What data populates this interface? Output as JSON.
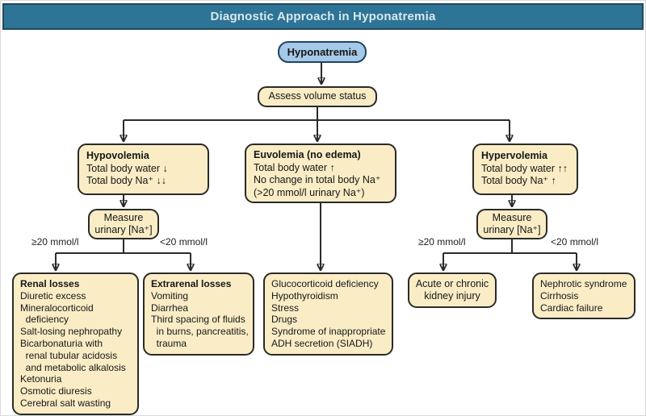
{
  "title": "Diagnostic Approach in Hyponatremia",
  "colors": {
    "header_bg": "#2d7496",
    "header_text": "#d9e9ec",
    "node_fill": "#faedc6",
    "node_border": "#2b2a28",
    "root_node_fill": "#a6c9e8",
    "root_node_border": "#1d4468",
    "connector": "#2b2b2b"
  },
  "nodes": {
    "hyponatremia": {
      "label": "Hyponatremia"
    },
    "assess": {
      "label": "Assess volume status"
    },
    "hypovolemia": {
      "title": "Hypovolemia",
      "lines": [
        "Total body water ↓",
        "Total body Na⁺ ↓↓"
      ]
    },
    "euvolemia": {
      "title": "Euvolemia (no edema)",
      "lines": [
        "Total body water ↑",
        "No change in total body Na⁺",
        "(>20 mmol/l urinary Na⁺)"
      ]
    },
    "hypervolemia": {
      "title": "Hypervolemia",
      "lines": [
        "Total body water ↑↑",
        "Total body Na⁺ ↑"
      ]
    },
    "measure_left": {
      "lines": [
        "Measure",
        "urinary [Na⁺]"
      ]
    },
    "measure_right": {
      "lines": [
        "Measure",
        "urinary [Na⁺]"
      ]
    },
    "renal_losses": {
      "title": "Renal losses",
      "lines": [
        "Diuretic excess",
        "Mineralocorticoid",
        "  deficiency",
        "Salt-losing nephropathy",
        "Bicarbonaturia with",
        "  renal tubular acidosis",
        "  and metabolic alkalosis",
        "Ketonuria",
        "Osmotic diuresis",
        "Cerebral salt wasting"
      ]
    },
    "extrarenal_losses": {
      "title": "Extrarenal losses",
      "lines": [
        "Vomiting",
        "Diarrhea",
        "Third spacing of fluids",
        "  in burns, pancreatitis,",
        "  trauma"
      ]
    },
    "euvolemia_causes": {
      "lines": [
        "Glucocorticoid deficiency",
        "Hypothyroidism",
        "Stress",
        "Drugs",
        "Syndrome of inappropriate",
        "ADH secretion (SIADH)"
      ]
    },
    "kidney_injury": {
      "lines": [
        "Acute or chronic",
        "kidney injury"
      ]
    },
    "hypervolemia_lt20": {
      "lines": [
        "Nephrotic syndrome",
        "Cirrhosis",
        "Cardiac failure"
      ]
    }
  },
  "labels": {
    "left_ge": "≥20 mmol/l",
    "left_lt": "<20 mmol/l",
    "right_ge": "≥20 mmol/l",
    "right_lt": "<20 mmol/l"
  }
}
